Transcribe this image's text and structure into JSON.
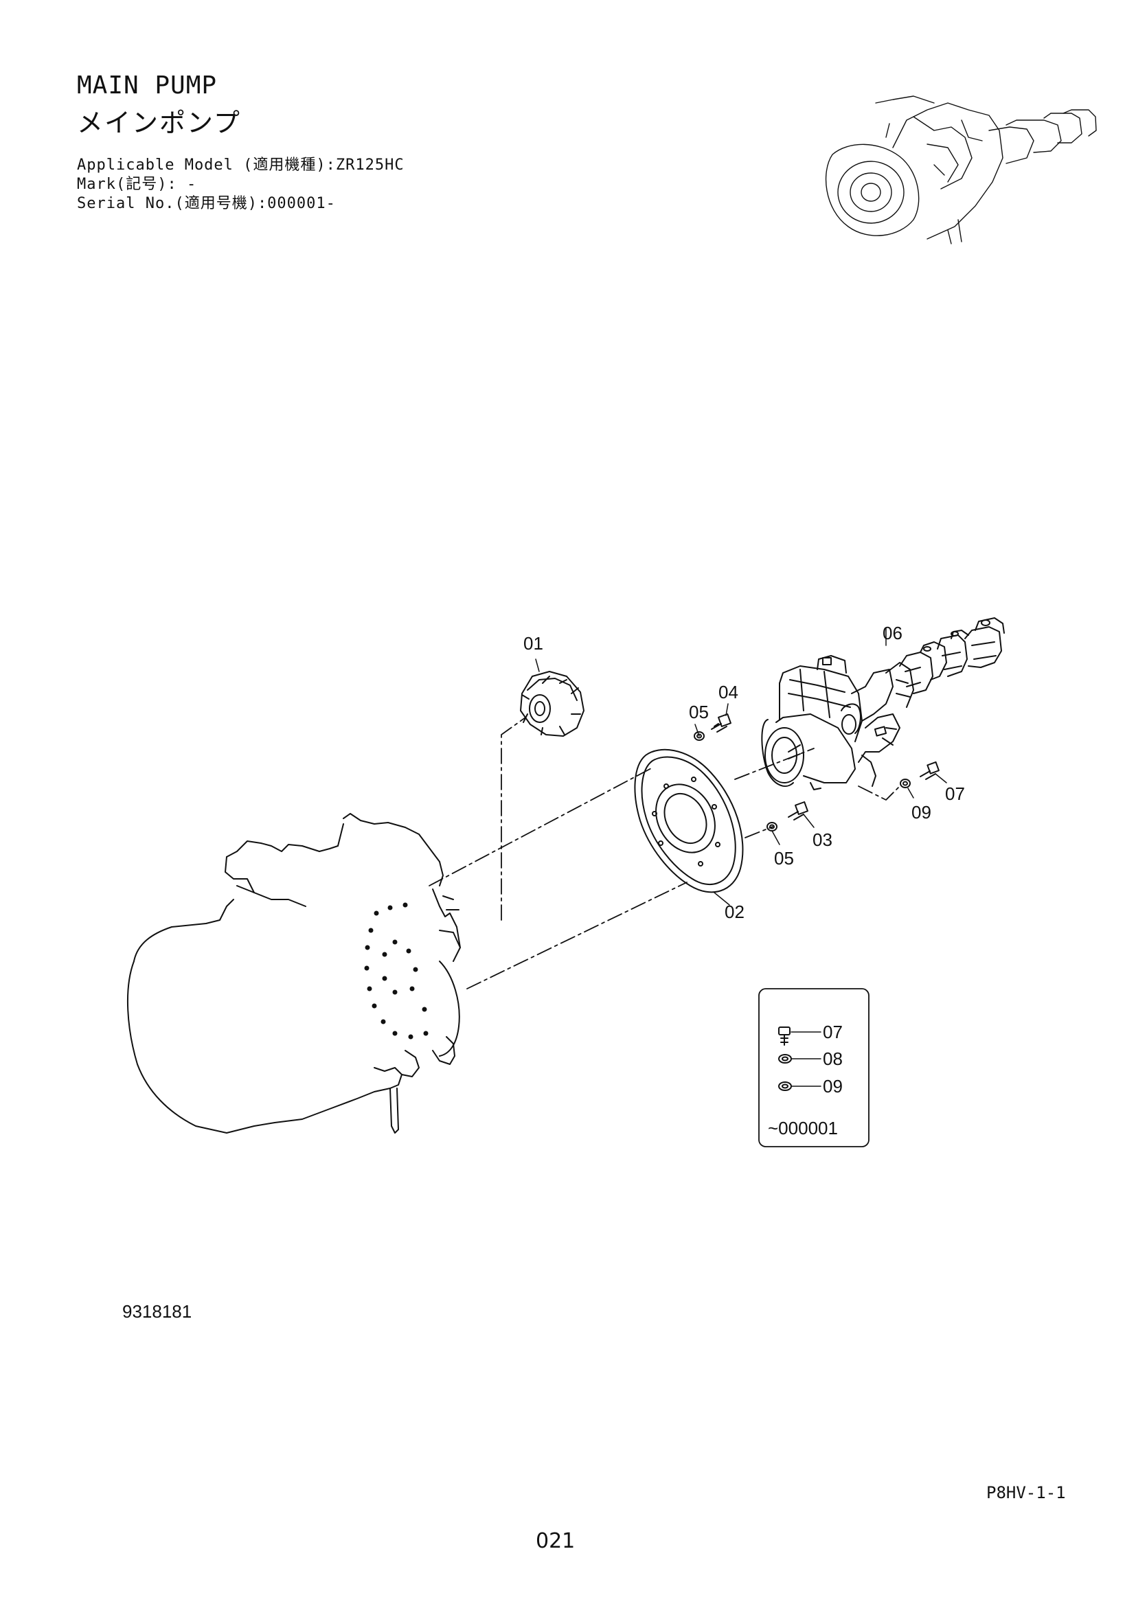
{
  "header": {
    "title_en": "MAIN PUMP",
    "title_ja": "メインポンプ",
    "applicable_model": "Applicable Model (適用機種):ZR125HC",
    "mark": "Mark(記号): -",
    "serial_no": "Serial No.(適用号機):000001-"
  },
  "diagram": {
    "callouts": {
      "p01": "01",
      "p02": "02",
      "p03": "03",
      "p04": "04",
      "p05a": "05",
      "p05b": "05",
      "p06": "06",
      "p07": "07",
      "p09": "09"
    },
    "inset": {
      "i07": "07",
      "i08": "08",
      "i09": "09",
      "serial": "~000001"
    }
  },
  "footer": {
    "drawing_no": "9318181",
    "page_code": "P8HV-1-1",
    "page_num": "021"
  }
}
